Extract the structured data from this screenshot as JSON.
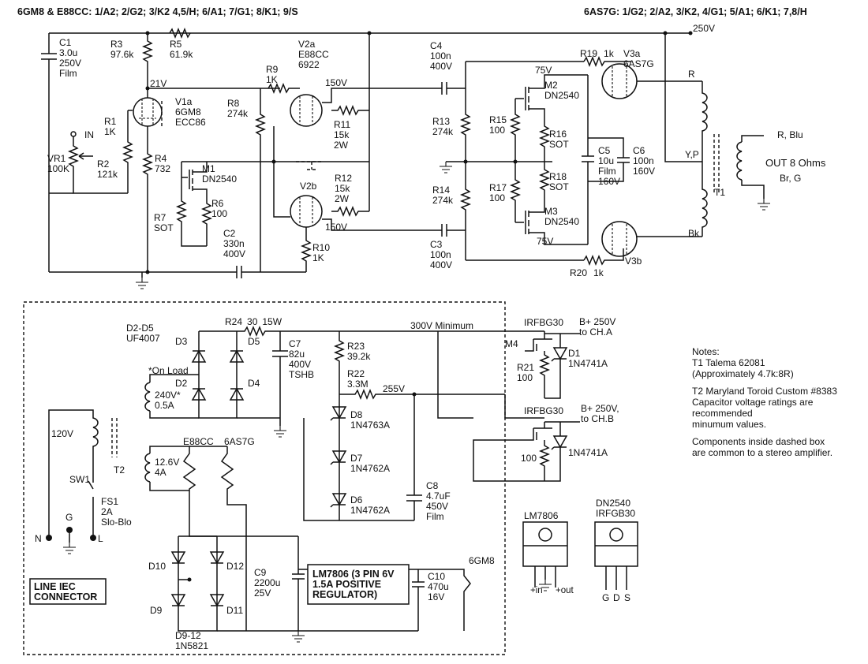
{
  "headers": {
    "left": "6GM8 & E88CC: 1/A2; 2/G2; 3/K2 4,5/H; 6/A1; 7/G1; 8/K1; 9/S",
    "right": "6AS7G: 1/G2; 2/A2, 3/K2, 4/G1; 5/A1; 6/K1; 7,8/H"
  },
  "rails": {
    "b250": "250V",
    "v21": "21V",
    "v150a": "150V",
    "v150b": "150V",
    "v75a": "75V",
    "v75b": "75V",
    "v300": "300V Minimum",
    "v255": "255V"
  },
  "amp": {
    "C1": [
      "C1",
      "3.0u",
      "250V",
      "Film"
    ],
    "R3": [
      "R3",
      "97.6k"
    ],
    "R5": [
      "R5",
      "61.9k"
    ],
    "V1a": [
      "V1a",
      "6GM8",
      "ECC86"
    ],
    "R1": [
      "R1",
      "1K"
    ],
    "VR1": [
      "VR1",
      "100K"
    ],
    "IN": "IN",
    "R2": [
      "R2",
      "121k"
    ],
    "R4": [
      "R4",
      "732"
    ],
    "R9": [
      "R9",
      "1K"
    ],
    "R8": [
      "R8",
      "274k"
    ],
    "V2a": [
      "V2a",
      "E88CC",
      "6922"
    ],
    "R11": [
      "R11",
      "15k",
      "2W"
    ],
    "R12": [
      "R12",
      "15k",
      "2W"
    ],
    "V2b": "V2b",
    "M1": [
      "M1",
      "DN2540"
    ],
    "R6": [
      "R6",
      "100"
    ],
    "R7": [
      "R7",
      "SOT"
    ],
    "C2": [
      "C2",
      "330n",
      "400V"
    ],
    "R10": [
      "R10",
      "1K"
    ],
    "C4": [
      "C4",
      "100n",
      "400V"
    ],
    "C3": [
      "C3",
      "100n",
      "400V"
    ],
    "R13": [
      "R13",
      "274k"
    ],
    "R14": [
      "R14",
      "274k"
    ],
    "R15": [
      "R15",
      "100"
    ],
    "R17": [
      "R17",
      "100"
    ],
    "M2": [
      "M2",
      "DN2540"
    ],
    "M3": [
      "M3",
      "DN2540"
    ],
    "R16": [
      "R16",
      "SOT"
    ],
    "R18": [
      "R18",
      "SOT"
    ],
    "C5": [
      "C5",
      "10u",
      "Film",
      "160V"
    ],
    "C6": [
      "C6",
      "100n",
      "160V"
    ],
    "R19": [
      "R19",
      "1k"
    ],
    "R20": [
      "R20",
      "1k"
    ],
    "V3a": [
      "V3a",
      "6AS7G"
    ],
    "V3b": "V3b",
    "T1": {
      "name": "T1",
      "R": "R",
      "YP": "Y,P",
      "Bk": "Bk",
      "out": "OUT 8 Ohms",
      "rblu": "R, Blu",
      "brg": "Br, G"
    }
  },
  "psu": {
    "D25": [
      "D2-D5",
      "UF4007"
    ],
    "D3": "D3",
    "D5": "D5",
    "D2": "D2",
    "D4": "D4",
    "onload": "*On Load",
    "sec1": [
      "240V*",
      "0.5A"
    ],
    "R24": [
      "R24",
      "30",
      "15W"
    ],
    "C7": [
      "C7",
      "82u",
      "400V",
      "TSHB"
    ],
    "R23": [
      "R23",
      "39.2k"
    ],
    "R22": [
      "R22",
      "3.3M"
    ],
    "D8": [
      "D8",
      "1N4763A"
    ],
    "D7": [
      "D7",
      "1N4762A"
    ],
    "D6": [
      "D6",
      "1N4762A"
    ],
    "C8": [
      "C8",
      "4.7uF",
      "450V",
      "Film"
    ],
    "pri": "120V",
    "T2": "T2",
    "SW1": "SW1",
    "FS1": [
      "FS1",
      "2A",
      "Slo-Blo"
    ],
    "N": "N",
    "G": "G",
    "L": "L",
    "iec": [
      "LINE IEC",
      "CONNECTOR"
    ],
    "sec2": [
      "12.6V",
      "4A"
    ],
    "heaters": [
      "E88CC",
      "6AS7G"
    ],
    "D10": "D10",
    "D12": "D12",
    "D9": "D9",
    "D11": "D11",
    "D912": [
      "D9-12",
      "1N5821"
    ],
    "C9": [
      "C9",
      "2200u",
      "25V"
    ],
    "LM": [
      "LM7806 (3 PIN 6V",
      "1.5A POSITIVE",
      "REGULATOR)"
    ],
    "C10": [
      "C10",
      "470u",
      "16V"
    ],
    "gm8": "6GM8"
  },
  "reg": {
    "q1": "IRFBG30",
    "q2": "IRFBG30",
    "bA": [
      "B+ 250V",
      "to CH.A"
    ],
    "bB": [
      "B+ 250V,",
      "to CH.B"
    ],
    "M4": "M4",
    "D1": [
      "D1",
      "1N4741A"
    ],
    "D1b": "1N4741A",
    "R21": [
      "R21",
      "100"
    ],
    "R21b": "100"
  },
  "notes": [
    "Notes:",
    "T1 Talema 62081",
    "(Approximately 4.7k:8R)",
    "T2 Maryland Toroid Custom #8383",
    "Capacitor voltage ratings are",
    "recommended",
    "minumum values.",
    "Components inside dashed box",
    "are common to a stereo amplifier."
  ],
  "pkgs": {
    "lm": {
      "title": "LM7806",
      "pins": [
        "+in",
        "+out"
      ]
    },
    "dn": {
      "title": [
        "DN2540",
        "IRFGB30"
      ],
      "pins": [
        "G",
        "D",
        "S"
      ]
    }
  }
}
